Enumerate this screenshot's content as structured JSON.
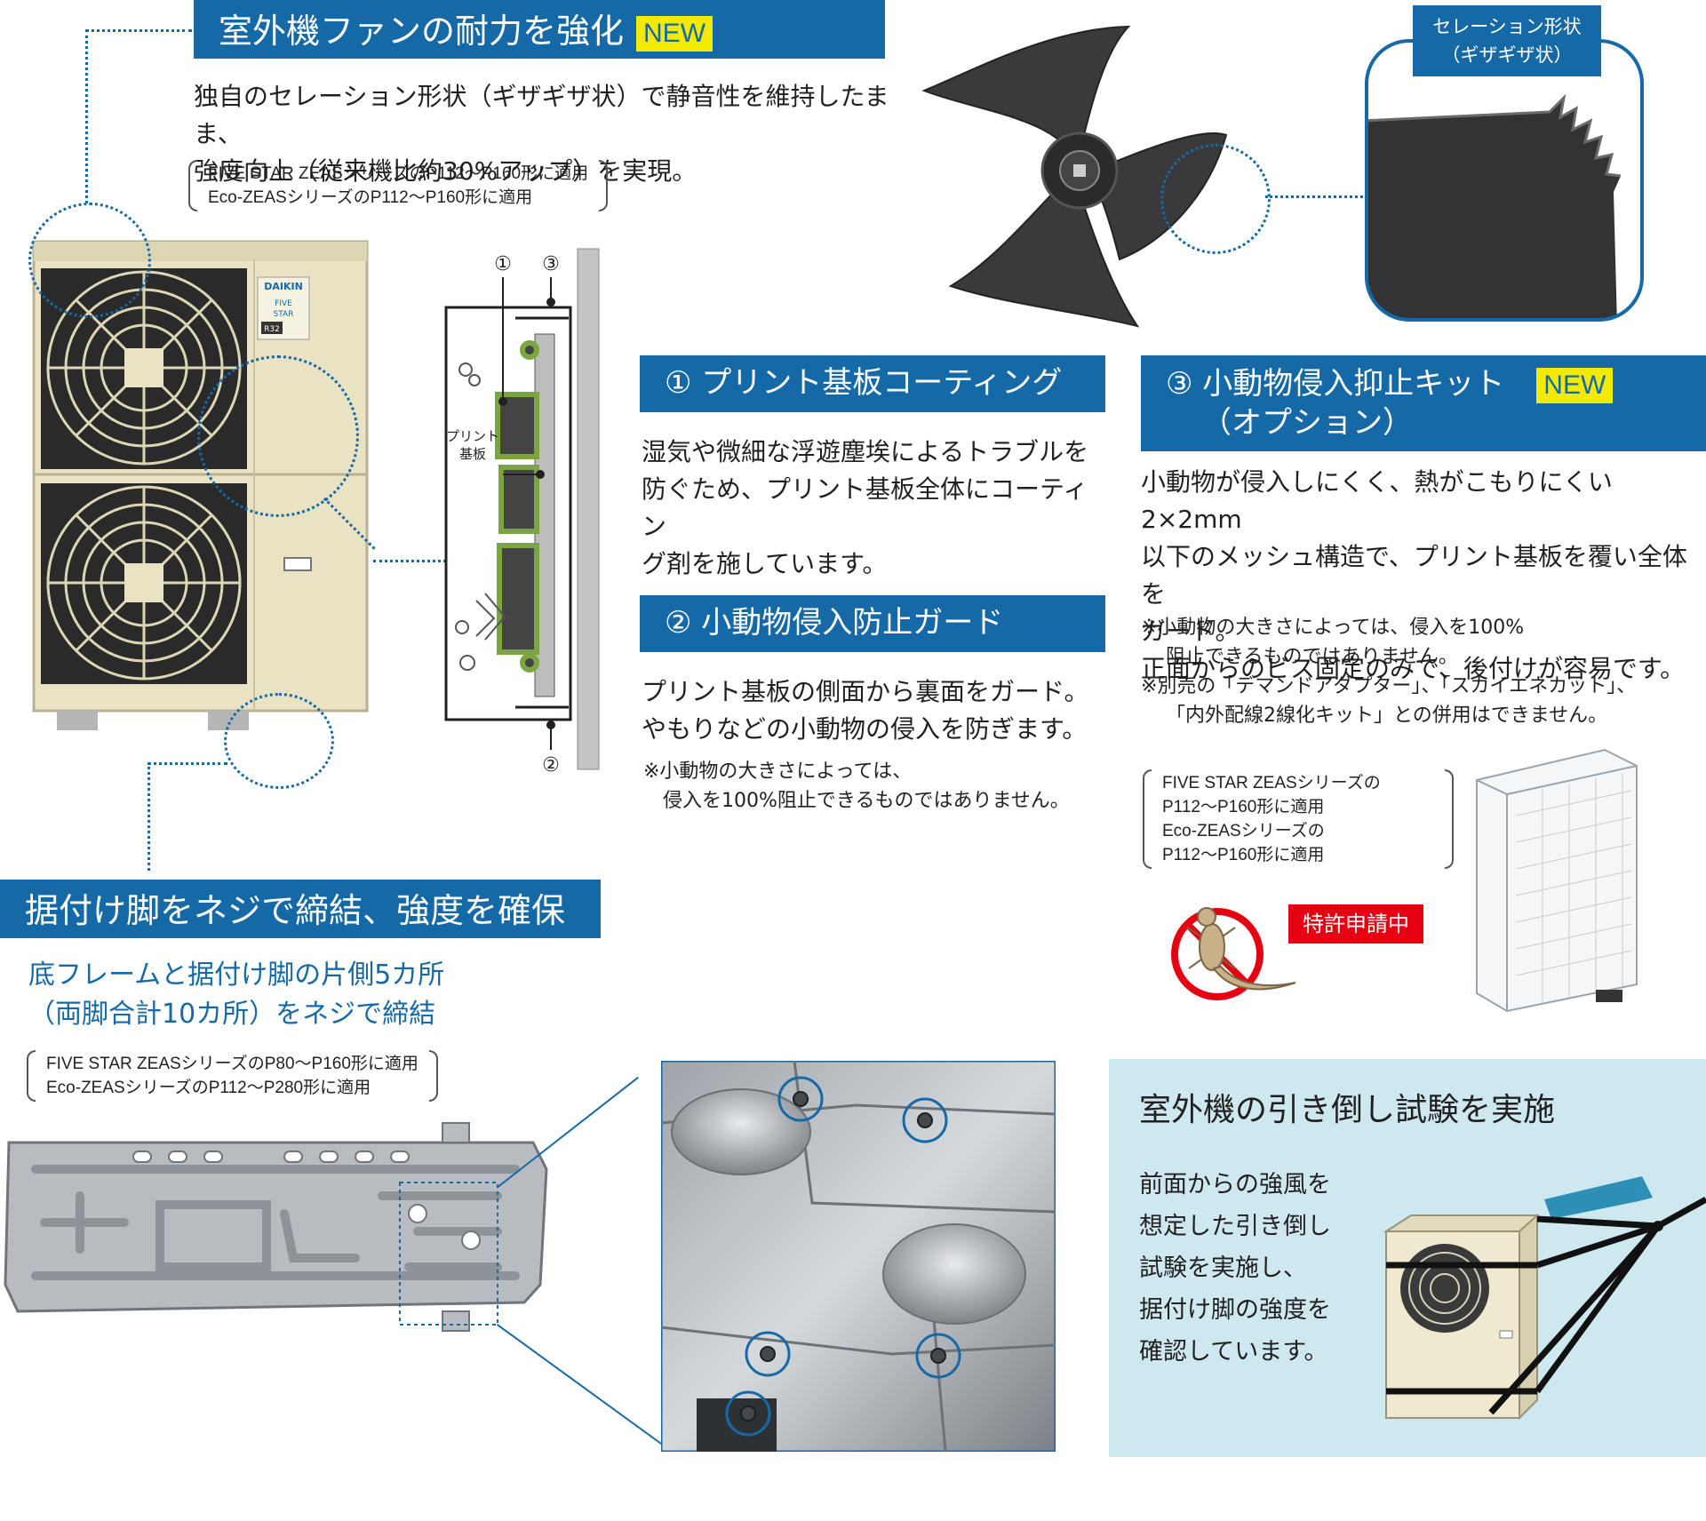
{
  "fan_section": {
    "title": "室外機ファンの耐力を強化",
    "new_badge": "NEW",
    "desc_line1": "独自のセレーション形状（ギザギザ状）で静音性を維持したまま、",
    "desc_line2": "強度向上（従来機比約30%アップ）を実現。",
    "note_line1": "FIVE STAR ZEASシリーズのP112〜P160形に適用",
    "note_line2": "Eco-ZEASシリーズのP112〜P160形に適用"
  },
  "serration_label": {
    "line1": "セレーション形状",
    "line2": "（ギザギザ状）"
  },
  "unit_panel": {
    "brand": "DAIKIN",
    "line1": "FIVE",
    "line2": "STAR",
    "refrigerant": "R32"
  },
  "diagram": {
    "num1": "①",
    "num2": "②",
    "num3": "③",
    "board_label_line1": "プリント",
    "board_label_line2": "基板"
  },
  "coating_section": {
    "title": "① プリント基板コーティング",
    "desc_line1": "湿気や微細な浮遊塵埃によるトラブルを",
    "desc_line2": "防ぐため、プリント基板全体にコーティン",
    "desc_line3": "グ剤を施しています。"
  },
  "guard_section": {
    "title": "② 小動物侵入防止ガード",
    "desc_line1": "プリント基板の側面から裏面をガード。",
    "desc_line2": "やもりなどの小動物の侵入を防ぎます。",
    "note_line1": "※小動物の大きさによっては、",
    "note_line2": "侵入を100%阻止できるものではありません。"
  },
  "kit_section": {
    "title": "③ 小動物侵入抑止キット",
    "new_badge": "NEW",
    "subtitle": "（オプション）",
    "desc_line1": "小動物が侵入しにくく、熱がこもりにくい2×2mm",
    "desc_line2": "以下のメッシュ構造で、プリント基板を覆い全体を",
    "desc_line3": "ガード。",
    "desc_line4": "正面からのビス固定のみで、後付けが容易です。",
    "note_line1": "※小動物の大きさによっては、侵入を100%",
    "note_line2": "阻止できるものではありません。",
    "note_line3": "※別売の「デマンドアダプター」、「スカイエネカット」、",
    "note_line4": "「内外配線2線化キット」との併用はできません。",
    "apply_line1": "FIVE STAR ZEASシリーズの",
    "apply_line2": "P112〜P160形に適用",
    "apply_line3": "Eco-ZEASシリーズの",
    "apply_line4": "P112〜P160形に適用",
    "patent_badge": "特許申請中"
  },
  "leg_section": {
    "title": "据付け脚をネジで締結、強度を確保",
    "sub_line1": "底フレームと据付け脚の片側5カ所",
    "sub_line2": "（両脚合計10カ所）をネジで締結",
    "note_line1": "FIVE STAR ZEASシリーズのP80〜P160形に適用",
    "note_line2": "Eco-ZEASシリーズのP112〜P280形に適用"
  },
  "pull_test": {
    "title": "室外機の引き倒し試験を実施",
    "desc_line1": "前面からの強風を",
    "desc_line2": "想定した引き倒し",
    "desc_line3": "試験を実施し、",
    "desc_line4": "据付け脚の強度を",
    "desc_line5": "確認しています。"
  },
  "colors": {
    "brand_blue": "#1669a7",
    "new_yellow": "#f2ea00",
    "patent_red": "#e60012",
    "unit_beige": "#e9e3c4",
    "test_panel_bg": "#cde8ee"
  }
}
